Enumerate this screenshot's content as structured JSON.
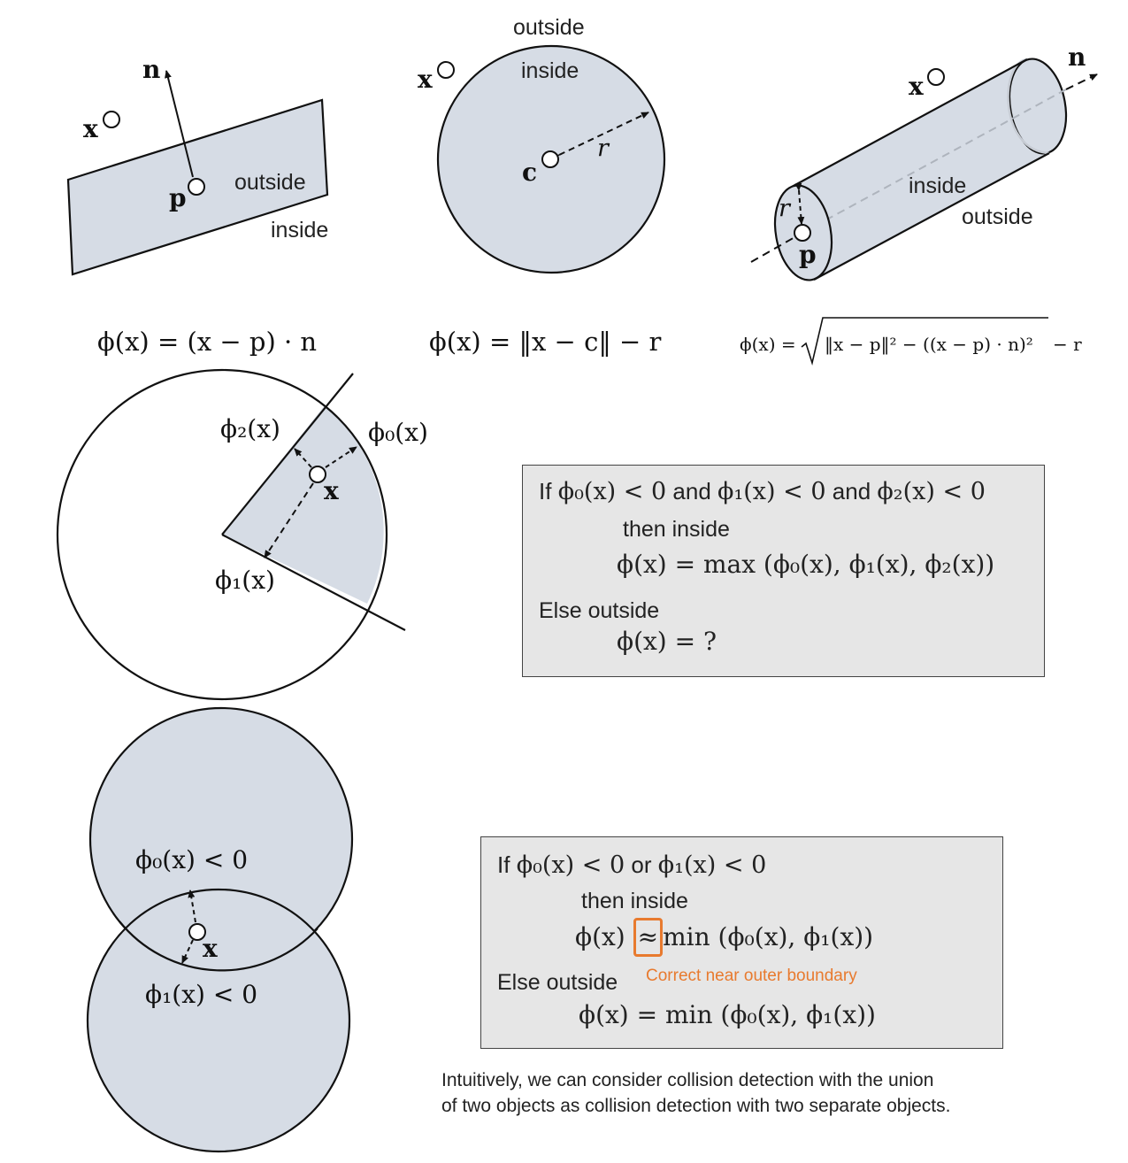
{
  "colors": {
    "fill": "#d6dce5",
    "stroke": "#111111",
    "box_bg": "#e6e6e6",
    "accent": "#e87a2e"
  },
  "labels": {
    "outside": "outside",
    "inside": "inside",
    "x": "x",
    "n": "n",
    "p": "p",
    "c": "c",
    "r": "r"
  },
  "formulas": {
    "plane": "ϕ(x) = (x − p) · n",
    "sphere": "ϕ(x) = ‖x − c‖ − r",
    "cylinder_lhs": "ϕ(x) =",
    "cylinder_radicand": "‖x − p‖² − ((x − p) · n)²",
    "cylinder_tail": "− r"
  },
  "intersection": {
    "phi0": "ϕ₀(x)",
    "phi1": "ϕ₁(x)",
    "phi2": "ϕ₂(x)",
    "box": {
      "line1_if": "If",
      "line1_a": "ϕ₀(x) < 0",
      "line1_and1": "and",
      "line1_b": "ϕ₁(x) < 0",
      "line1_and2": "and",
      "line1_c": "ϕ₂(x) < 0",
      "line2": "then inside",
      "line3": "ϕ(x) = max (ϕ₀(x), ϕ₁(x), ϕ₂(x))",
      "line4": "Else outside",
      "line5": "ϕ(x) = ?"
    }
  },
  "union": {
    "phi0_lt": "ϕ₀(x) < 0",
    "phi1_lt": "ϕ₁(x) < 0",
    "box": {
      "line1_if": "If",
      "line1_a": "ϕ₀(x) < 0",
      "line1_or": "or",
      "line1_b": "ϕ₁(x) < 0",
      "line2": "then inside",
      "line3_lhs": "ϕ(x)",
      "line3_approx": "≈",
      "line3_rhs": "min (ϕ₀(x), ϕ₁(x))",
      "line4": "Else outside",
      "note": "Correct near outer boundary",
      "line5": "ϕ(x) = min (ϕ₀(x), ϕ₁(x))"
    },
    "caption_line1": "Intuitively, we can consider collision detection with the union",
    "caption_line2": "of two objects as collision detection with two separate objects."
  }
}
